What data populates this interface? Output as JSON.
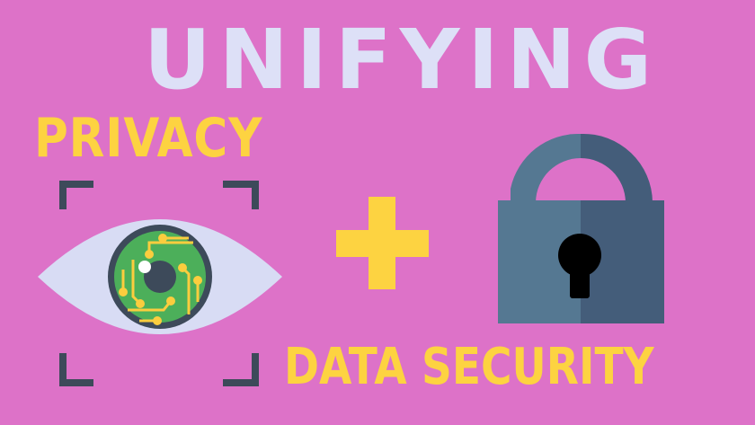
{
  "title": "UNIFYING",
  "left_label": "PRIVACY",
  "right_label": "DATA SECURITY",
  "icons": {
    "left": "eye-scan-icon",
    "middle": "plus-icon",
    "right": "padlock-icon"
  },
  "colors": {
    "background": "#dd72c8",
    "title": "#dde0f7",
    "accent_yellow": "#fdd341",
    "eye_white": "#d8dcf4",
    "iris_green": "#4caf5a",
    "dark_slate": "#3d4a5a",
    "lock_light": "#557892",
    "lock_dark": "#445d7a"
  }
}
